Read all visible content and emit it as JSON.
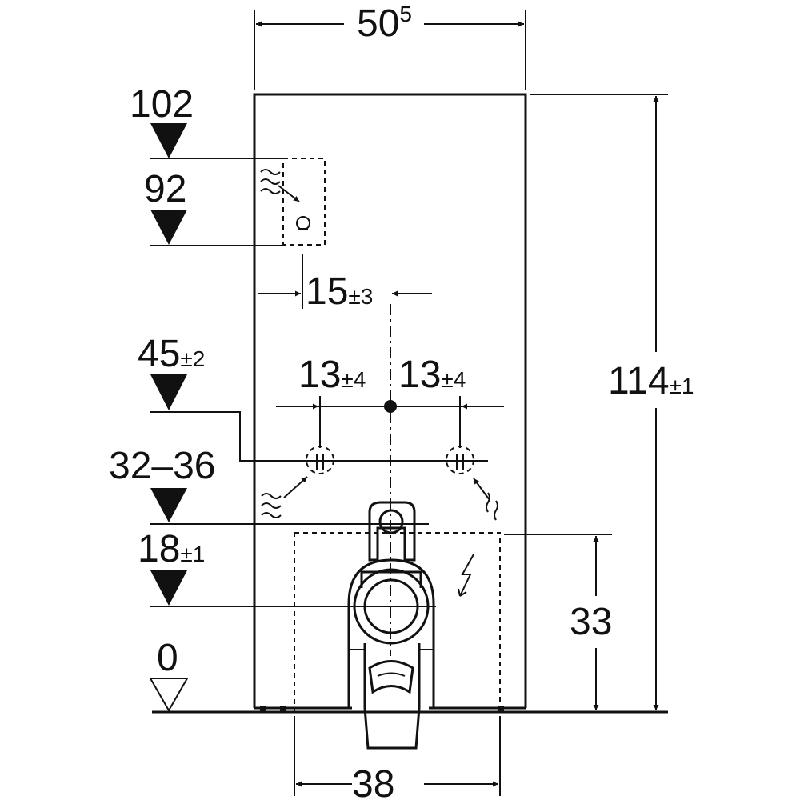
{
  "width_main": "50",
  "width_main_sup": "5",
  "level_102": "102",
  "level_92": "92",
  "offset_15": "15",
  "offset_15_tol": "±3",
  "level_45": "45",
  "level_45_tol": "±2",
  "spacing_left": "13",
  "spacing_left_tol": "±4",
  "spacing_right": "13",
  "spacing_right_tol": "±4",
  "level_32_36": "32–36",
  "level_18": "18",
  "level_18_tol": "±1",
  "level_0": "0",
  "height_total": "114",
  "height_total_tol": "±1",
  "height_33": "33",
  "width_38": "38"
}
